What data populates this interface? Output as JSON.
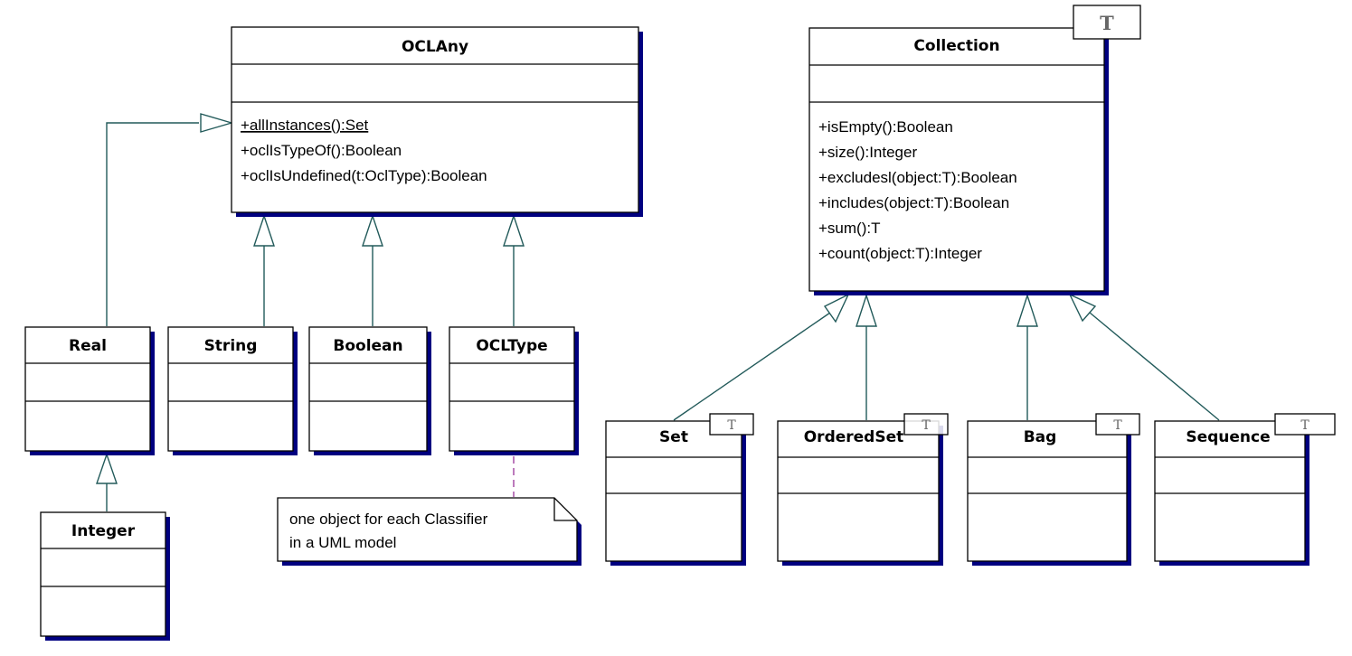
{
  "classes": {
    "oclany": {
      "name": "OCLAny",
      "operations": [
        "+allInstances():Set",
        "+oclIsTypeOf():Boolean",
        "+oclIsUndefined(t:OclType):Boolean"
      ]
    },
    "real": {
      "name": "Real"
    },
    "string": {
      "name": "String"
    },
    "boolean": {
      "name": "Boolean"
    },
    "ocltype": {
      "name": "OCLType"
    },
    "integer": {
      "name": "Integer"
    },
    "collection": {
      "name": "Collection",
      "template_param": "T",
      "operations": [
        "+isEmpty():Boolean",
        "+size():Integer",
        "+excludesl(object:T):Boolean",
        "+includes(object:T):Boolean",
        "+sum():T",
        "+count(object:T):Integer"
      ]
    },
    "set": {
      "name": "Set",
      "template_param": "T"
    },
    "orderedset": {
      "name": "OrderedSet",
      "template_param": "T"
    },
    "bag": {
      "name": "Bag",
      "template_param": "T"
    },
    "sequence": {
      "name": "Sequence",
      "template_param": "T"
    }
  },
  "note": {
    "lines": [
      "one object for each Classifier",
      "in a UML model"
    ]
  },
  "colors": {
    "edge": "#225a5a",
    "shadow": "#000080",
    "note_link": "#993399"
  }
}
